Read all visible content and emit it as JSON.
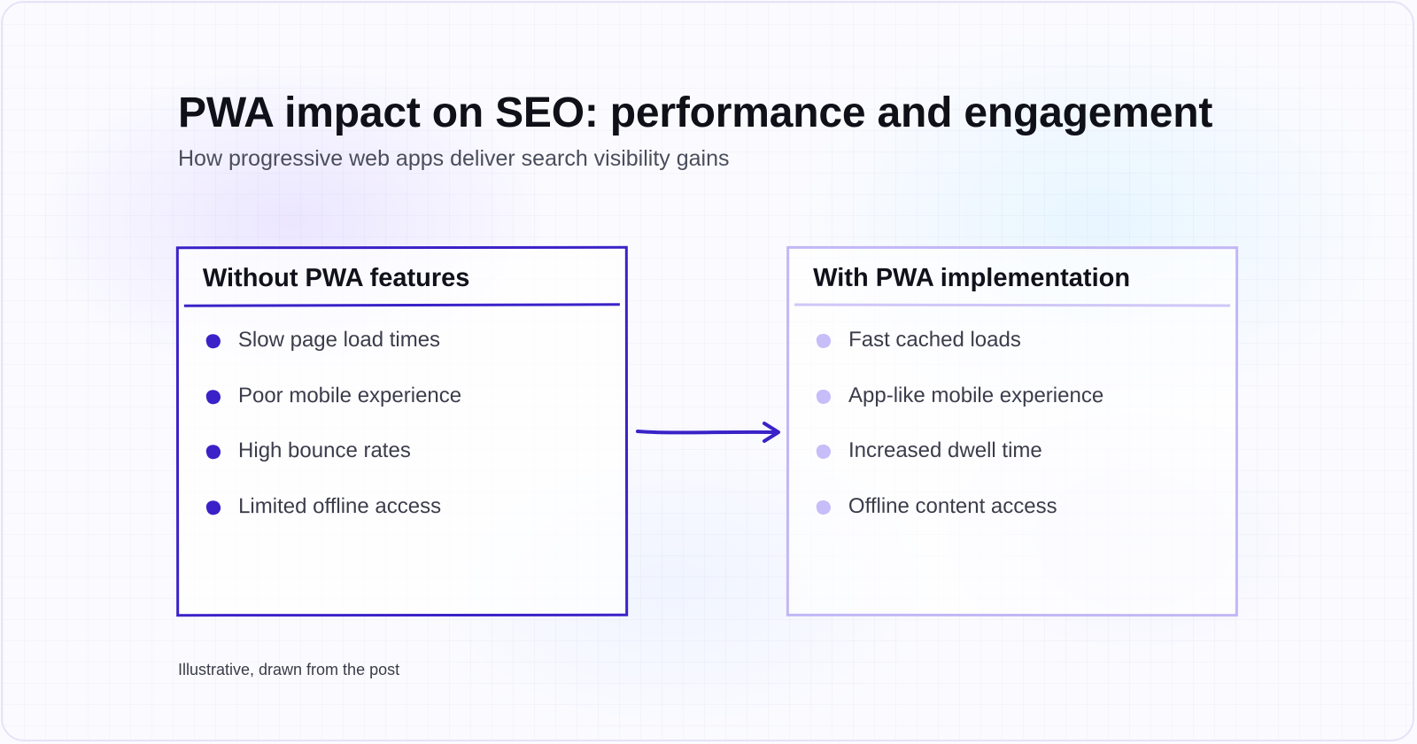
{
  "heading": {
    "title": "PWA impact on SEO: performance and engagement",
    "subtitle": "How progressive web apps deliver search visibility gains"
  },
  "comparison": {
    "left": {
      "title": "Without PWA features",
      "items": [
        "Slow page load times",
        "Poor mobile experience",
        "High bounce rates",
        "Limited offline access"
      ]
    },
    "right": {
      "title": "With PWA implementation",
      "items": [
        "Fast cached loads",
        "App-like mobile experience",
        "Increased dwell time",
        "Offline content access"
      ]
    },
    "connector": {
      "icon": "arrow-right-icon"
    }
  },
  "footer": {
    "note": "Illustrative, drawn from the post"
  },
  "colors": {
    "primary": "#3a22c8",
    "secondary": "#c2b7f6",
    "text": "#0f1018",
    "muted_text": "#4a4d5c",
    "frame": "#e5e3f8"
  }
}
